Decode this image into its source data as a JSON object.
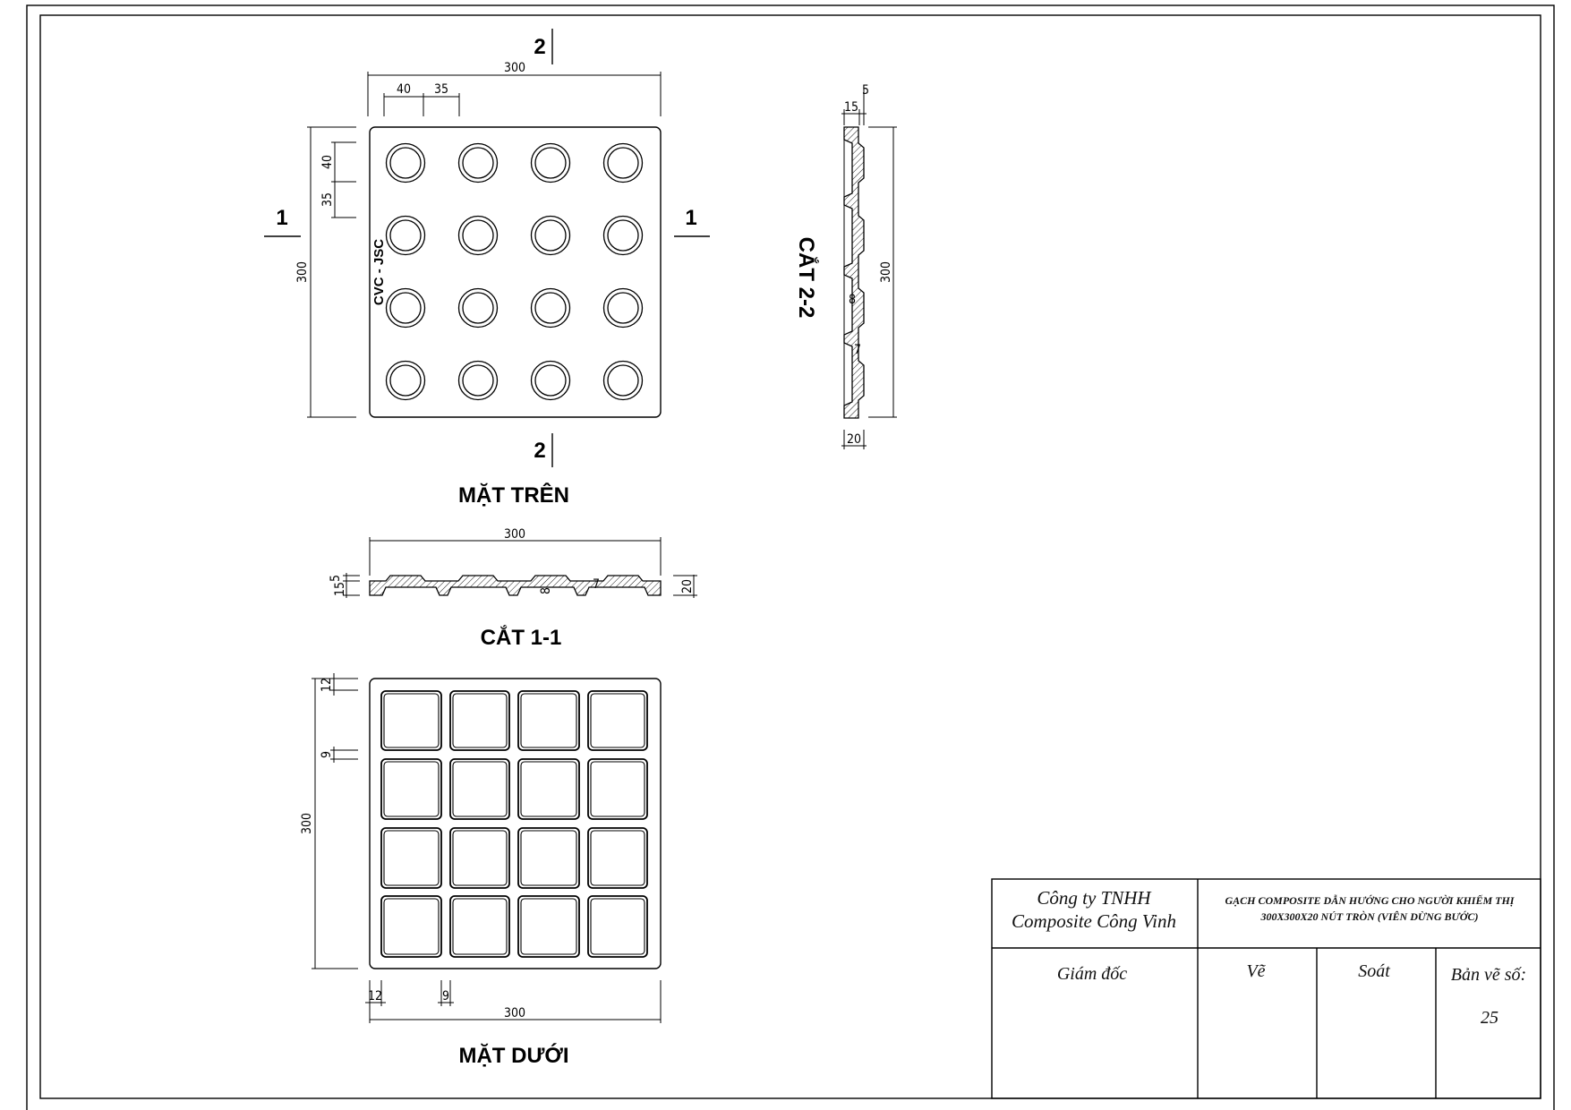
{
  "drawing": {
    "top_view": {
      "title": "MẶT TRÊN",
      "brand_mark": "CVC - JSC",
      "dims": {
        "width": "300",
        "height": "300",
        "edge_offset_x": "40",
        "spacing_x": "35",
        "edge_offset_y": "40",
        "spacing_y": "35"
      },
      "section_marks": {
        "section_1": "1",
        "section_2": "2"
      },
      "bump_rows": 4,
      "bump_cols": 4
    },
    "section_1_1": {
      "title": "CẮT 1-1",
      "dims": {
        "width": "300",
        "bump_height": "5",
        "base": "15",
        "total": "20",
        "cavity": "8",
        "rib": "7"
      }
    },
    "section_2_2": {
      "title": "CẮT 2-2",
      "dims": {
        "length": "300",
        "base": "15",
        "bump_height": "5",
        "total": "20",
        "cavity": "8",
        "rib": "7"
      }
    },
    "bottom_view": {
      "title": "MẶT DƯỚI",
      "dims": {
        "width": "300",
        "height": "300",
        "edge": "12",
        "rib": "9"
      }
    }
  },
  "title_block": {
    "company_line1": "Công ty TNHH",
    "company_line2": "Composite Công Vinh",
    "product_line1": "GẠCH COMPOSITE DẪN HƯỚNG CHO NGƯỜI KHIẾM THỊ",
    "product_line2": "300X300X20 NÚT TRÒN (VIÊN DỪNG BƯỚC)",
    "director_label": "Giám đốc",
    "drawn_label": "Vẽ",
    "checked_label": "Soát",
    "sheet_label": "Bản vẽ số:",
    "sheet_number": "25"
  }
}
